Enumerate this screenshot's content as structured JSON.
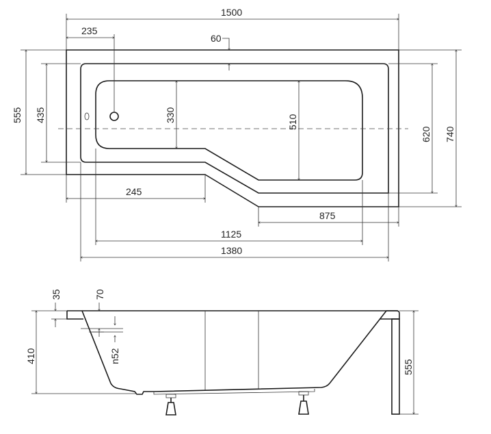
{
  "top_view": {
    "overall_length": "1500",
    "drain_offset": "235",
    "rim_width": "60",
    "overall_width_left": "555",
    "inner_width_left": "435",
    "basin_width_left": "330",
    "basin_width_right": "510",
    "inner_width_right": "620",
    "overall_width_right": "740",
    "left_narrow_length": "245",
    "right_wide_length": "875",
    "basin_length": "1125",
    "inner_length": "1380"
  },
  "side_view": {
    "rim_height": "35",
    "rim_offset": "70",
    "wall_thickness": "n52",
    "depth": "410",
    "total_height": "555"
  }
}
